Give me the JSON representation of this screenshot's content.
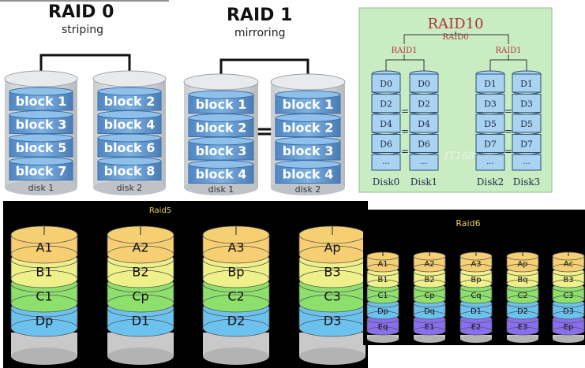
{
  "raid0": {
    "title": "RAID 0",
    "subtitle": "striping",
    "disks": [
      {
        "label": "disk 1",
        "blocks": [
          "block 1",
          "block 3",
          "block 5",
          "block 7"
        ]
      },
      {
        "label": "disk 2",
        "blocks": [
          "block 2",
          "block 4",
          "block 6",
          "block 8"
        ]
      }
    ]
  },
  "raid1": {
    "title": "RAID 1",
    "subtitle": "mirroring",
    "equals": "=",
    "disks": [
      {
        "label": "disk 1",
        "blocks": [
          "block 1",
          "block 2",
          "block 3",
          "block 4"
        ]
      },
      {
        "label": "disk 2",
        "blocks": [
          "block 1",
          "block 2",
          "block 3",
          "block 4"
        ]
      }
    ]
  },
  "raid10": {
    "title": "RAID10",
    "top_label": "RAID0",
    "group_labels": [
      "RAID1",
      "RAID1"
    ],
    "equals": "=",
    "dots": "...",
    "disks": [
      {
        "label": "Disk0",
        "blocks": [
          "D0",
          "D2",
          "D4",
          "D6"
        ]
      },
      {
        "label": "Disk1",
        "blocks": [
          "D0",
          "D2",
          "D4",
          "D6"
        ]
      },
      {
        "label": "Disk2",
        "blocks": [
          "D1",
          "D3",
          "D5",
          "D7"
        ]
      },
      {
        "label": "Disk3",
        "blocks": [
          "D1",
          "D3",
          "D5",
          "D7"
        ]
      }
    ],
    "watermark": "IT168"
  },
  "raid5": {
    "title": "Raid5",
    "layer_colors": [
      "#f6cf73",
      "#eef08a",
      "#8ee06c",
      "#6cc2ee"
    ],
    "disks": [
      {
        "blocks": [
          "A1",
          "B1",
          "C1",
          "Dp"
        ]
      },
      {
        "blocks": [
          "A2",
          "B2",
          "Cp",
          "D1"
        ]
      },
      {
        "blocks": [
          "A3",
          "Bp",
          "C2",
          "D2"
        ]
      },
      {
        "blocks": [
          "Ap",
          "B3",
          "C3",
          "D3"
        ]
      }
    ]
  },
  "raid6": {
    "title": "Raid6",
    "layer_colors": [
      "#f6cf73",
      "#eef08a",
      "#8ee06c",
      "#6cc2ee",
      "#8a6ef0"
    ],
    "disks": [
      {
        "blocks": [
          "A1",
          "B1",
          "C1",
          "Dp",
          "Eq"
        ]
      },
      {
        "blocks": [
          "A2",
          "B2",
          "Cp",
          "Dq",
          "E1"
        ]
      },
      {
        "blocks": [
          "A3",
          "Bp",
          "Cq",
          "D1",
          "E2"
        ]
      },
      {
        "blocks": [
          "Ap",
          "Bq",
          "C2",
          "D2",
          "E3"
        ]
      },
      {
        "blocks": [
          "Ac",
          "B3",
          "C3",
          "D3",
          "Ep"
        ]
      }
    ]
  },
  "colors": {
    "raid01_block": "#6fa3d6",
    "raid01_block_dark": "#4c7fb7",
    "raid10_bg": "#c9ecc3",
    "raid10_block": "#a9d3f0",
    "raid10_accent": "#b0323c",
    "dark_bg": "#000000"
  }
}
